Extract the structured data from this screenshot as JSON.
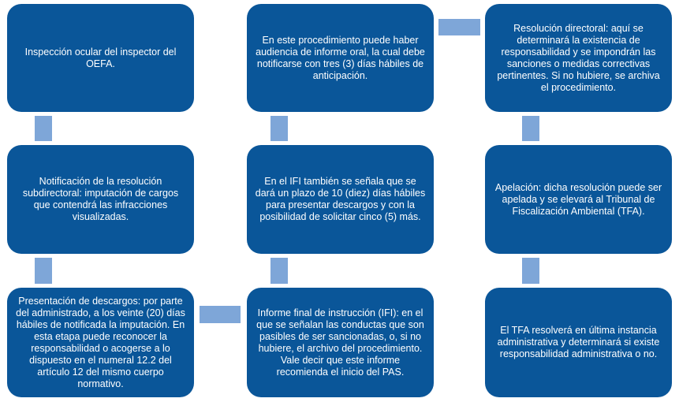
{
  "colors": {
    "box_fill": "#0a5699",
    "connector": "#7ea6d8",
    "text": "#ffffff",
    "background": "#ffffff"
  },
  "boxes": {
    "inspeccion": "Inspección ocular del inspector del OEFA.",
    "notificacion": "Notificación de la resolución subdirectoral: imputación de cargos que contendrá las infracciones visualizadas.",
    "descargos": "Presentación de descargos: por parte del administrado, a los veinte (20) días hábiles de notificada la imputación. En esta etapa puede reconocer la responsabilidad o acogerse a lo dispuesto en el numeral 12.2 del artículo 12 del mismo cuerpo normativo.",
    "informe_final": "Informe final de instrucción (IFI): en el que se señalan las conductas que son pasibles de ser sancionadas, o, si no hubiere, el archivo del procedimiento. Vale decir que este informe recomienda el inicio del PAS.",
    "ifi_plazo": "En el IFI también se señala que se dará un plazo de 10 (diez) días hábiles para presentar descargos y con la posibilidad de solicitar cinco (5) más.",
    "audiencia": "En este procedimiento puede haber audiencia de informe oral, la cual debe notificarse con tres (3) días hábiles de anticipación.",
    "resolucion": "Resolución directoral: aquí se determinará la existencia de responsabilidad y se impondrán las sanciones o medidas correctivas pertinentes. Si no hubiere, se archiva el procedimiento.",
    "apelacion": "Apelación: dicha resolución puede ser apelada y se elevará al Tribunal de Fiscalización Ambiental (TFA).",
    "tfa": "El TFA resolverá en última instancia administrativa y determinará si existe responsabilidad administrativa o no."
  }
}
